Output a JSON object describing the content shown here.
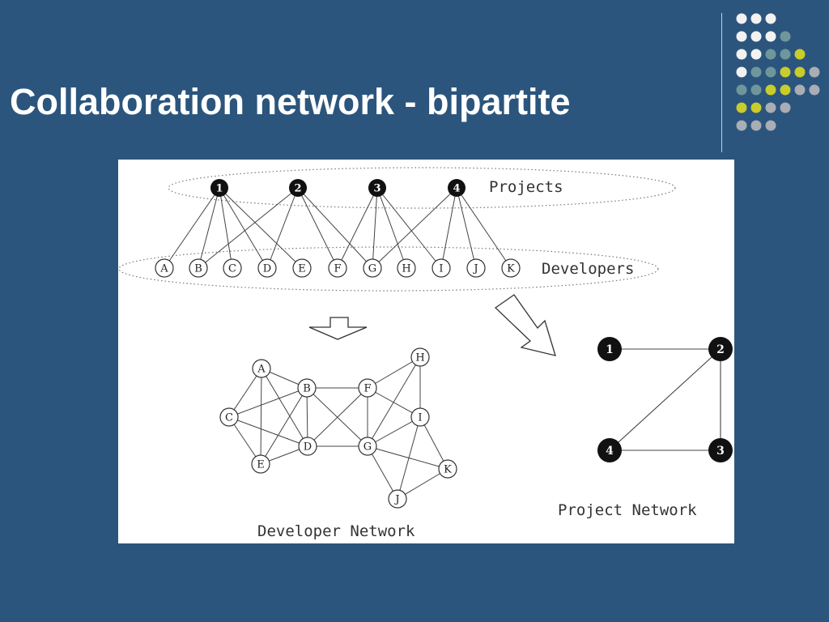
{
  "slide": {
    "title": "Collaboration network - bipartite"
  },
  "decoration": {
    "dot_colors": {
      "white": "#f2f2f2",
      "teal": "#6f979b",
      "yellow": "#c9cc2a",
      "gray": "#a9adb4"
    },
    "dot_rows": [
      [
        "white",
        "white",
        "white"
      ],
      [
        "white",
        "white",
        "white",
        "teal"
      ],
      [
        "white",
        "white",
        "teal",
        "teal",
        "yellow"
      ],
      [
        "white",
        "teal",
        "teal",
        "yellow",
        "yellow",
        "gray"
      ],
      [
        "teal",
        "teal",
        "yellow",
        "yellow",
        "gray",
        "gray"
      ],
      [
        "yellow",
        "yellow",
        "gray",
        "gray"
      ],
      [
        "gray",
        "gray",
        "gray"
      ]
    ]
  },
  "diagram": {
    "labels": {
      "projects": "Projects",
      "developers": "Developers",
      "developer_network": "Developer Network",
      "project_network": "Project Network"
    },
    "bipartite": {
      "projects": [
        "1",
        "2",
        "3",
        "4"
      ],
      "developers": [
        "A",
        "B",
        "C",
        "D",
        "E",
        "F",
        "G",
        "H",
        "I",
        "J",
        "K"
      ],
      "edges": [
        [
          "1",
          "A"
        ],
        [
          "1",
          "B"
        ],
        [
          "1",
          "C"
        ],
        [
          "1",
          "D"
        ],
        [
          "1",
          "E"
        ],
        [
          "2",
          "B"
        ],
        [
          "2",
          "D"
        ],
        [
          "2",
          "F"
        ],
        [
          "2",
          "G"
        ],
        [
          "3",
          "F"
        ],
        [
          "3",
          "G"
        ],
        [
          "3",
          "H"
        ],
        [
          "3",
          "I"
        ],
        [
          "4",
          "G"
        ],
        [
          "4",
          "I"
        ],
        [
          "4",
          "J"
        ],
        [
          "4",
          "K"
        ]
      ]
    },
    "developer_network": {
      "nodes": [
        "A",
        "B",
        "C",
        "D",
        "E",
        "F",
        "G",
        "H",
        "I",
        "J",
        "K"
      ],
      "edges": [
        [
          "A",
          "B"
        ],
        [
          "A",
          "C"
        ],
        [
          "A",
          "D"
        ],
        [
          "A",
          "E"
        ],
        [
          "B",
          "C"
        ],
        [
          "B",
          "D"
        ],
        [
          "B",
          "E"
        ],
        [
          "B",
          "F"
        ],
        [
          "B",
          "G"
        ],
        [
          "C",
          "D"
        ],
        [
          "C",
          "E"
        ],
        [
          "D",
          "E"
        ],
        [
          "D",
          "F"
        ],
        [
          "D",
          "G"
        ],
        [
          "F",
          "G"
        ],
        [
          "F",
          "H"
        ],
        [
          "F",
          "I"
        ],
        [
          "G",
          "H"
        ],
        [
          "G",
          "I"
        ],
        [
          "H",
          "I"
        ],
        [
          "G",
          "J"
        ],
        [
          "G",
          "K"
        ],
        [
          "I",
          "J"
        ],
        [
          "I",
          "K"
        ],
        [
          "J",
          "K"
        ]
      ]
    },
    "project_network": {
      "nodes": [
        "1",
        "2",
        "3",
        "4"
      ],
      "edges": [
        [
          "1",
          "2"
        ],
        [
          "2",
          "3"
        ],
        [
          "2",
          "4"
        ],
        [
          "3",
          "4"
        ]
      ]
    }
  }
}
